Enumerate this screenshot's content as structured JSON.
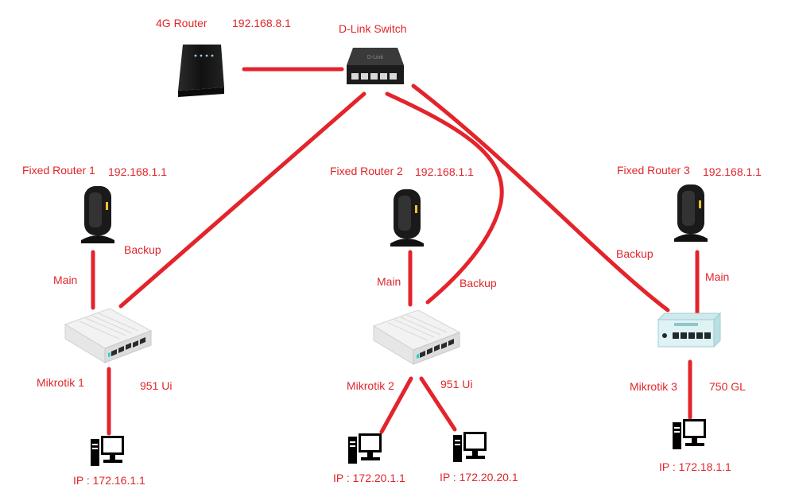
{
  "colors": {
    "link": "#e3242b",
    "label": "#e0262b"
  },
  "labels": {
    "router4g": "4G Router",
    "router4g_ip": "192.168.8.1",
    "switch": "D-Link Switch",
    "fixed1": "Fixed Router 1",
    "fixed1_ip": "192.168.1.1",
    "fixed2": "Fixed Router 2",
    "fixed2_ip": "192.168.1.1",
    "fixed3": "Fixed Router 3",
    "fixed3_ip": "192.168.1.1",
    "main1": "Main",
    "backup1": "Backup",
    "main2": "Main",
    "backup2": "Backup",
    "main3": "Main",
    "backup3": "Backup",
    "mikrotik1": "Mikrotik 1",
    "mikrotik1_model": "951 Ui",
    "mikrotik2": "Mikrotik 2",
    "mikrotik2_model": "951 Ui",
    "mikrotik3": "Mikrotik 3",
    "mikrotik3_model": "750 GL",
    "pc1_ip": "IP : 172.16.1.1",
    "pc2_ip": "IP :  172.20.1.1",
    "pc3_ip": "IP : 172.20.20.1",
    "pc4_ip": "IP : 172.18.1.1"
  },
  "icons": {
    "router4g": "4g-router-icon",
    "switch": "network-switch-icon",
    "fixed_router": "wifi-router-icon",
    "mikrotik": "mikrotik-router-icon",
    "pc": "desktop-computer-icon"
  }
}
